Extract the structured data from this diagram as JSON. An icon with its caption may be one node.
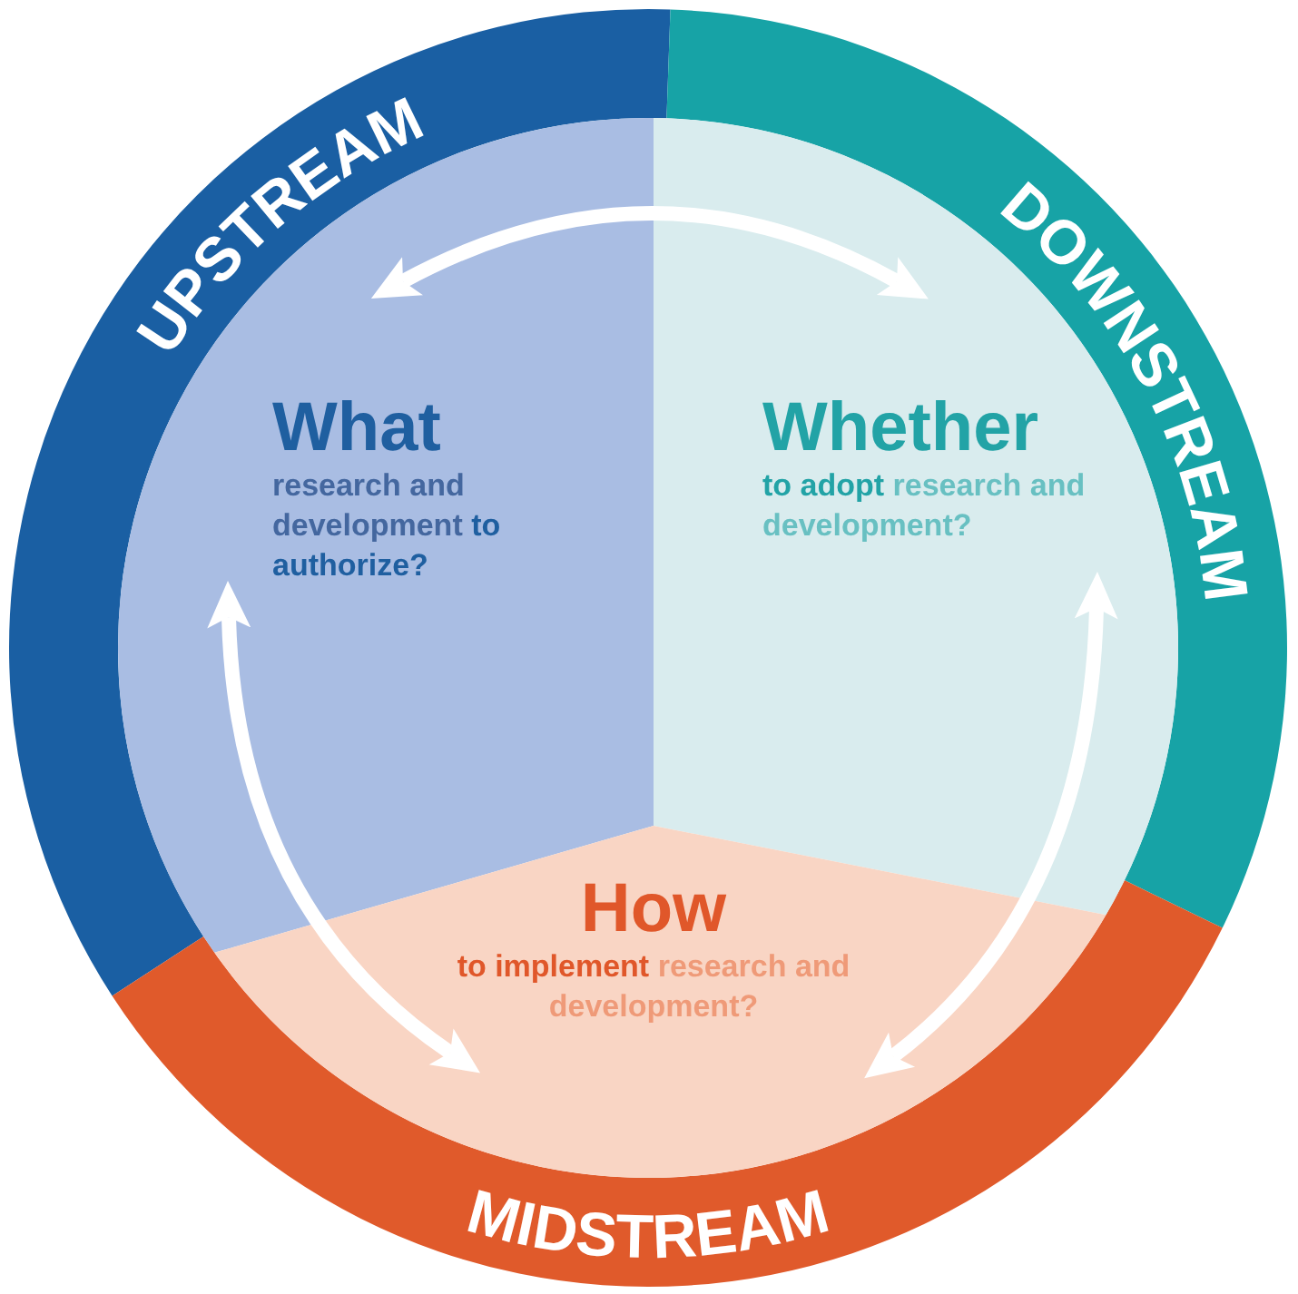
{
  "diagram": {
    "nodes": [
      {
        "text": [
          "UPSTREAM"
        ]
      },
      {
        "text": [
          "DOWNSTREAM"
        ]
      },
      {
        "text": [
          "What",
          "research and development **to authorize?**"
        ]
      },
      {
        "text": [
          "Whether",
          "**to adopt** research and development?"
        ]
      },
      {
        "text": [
          "How",
          "**to implement** research and development?"
        ]
      },
      {
        "text": [
          "MIDSTREAM"
        ]
      }
    ],
    "edges": [
      {
        "from": 2,
        "to": 3,
        "arrow": "both"
      },
      {
        "from": 2,
        "to": 4,
        "arrow": "both"
      },
      {
        "from": 3,
        "to": 4,
        "arrow": "both"
      }
    ]
  }
}
